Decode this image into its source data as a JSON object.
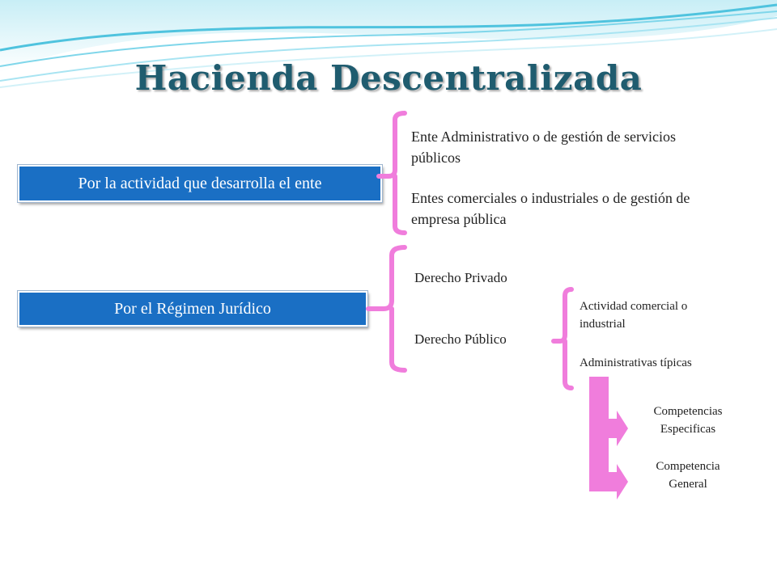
{
  "title": "Hacienda Descentralizada",
  "colors": {
    "title": "#1f5c6f",
    "box": "#1a6fc4",
    "bracket": "#f07ddc",
    "wave": "#4fc3de"
  },
  "boxes": [
    {
      "label": "Por la actividad que desarrolla el ente"
    },
    {
      "label": "Por el Régimen Jurídico"
    }
  ],
  "branches": {
    "actividad": [
      "Ente Administrativo o de gestión de servicios públicos",
      "Entes comerciales o industriales o de gestión de empresa pública"
    ],
    "regimen": [
      "Derecho Privado",
      "Derecho Público"
    ],
    "publico": [
      "Actividad comercial o industrial",
      "Administrativas típicas"
    ],
    "competencias": [
      "Competencias Especificas",
      "Competencia General"
    ]
  }
}
